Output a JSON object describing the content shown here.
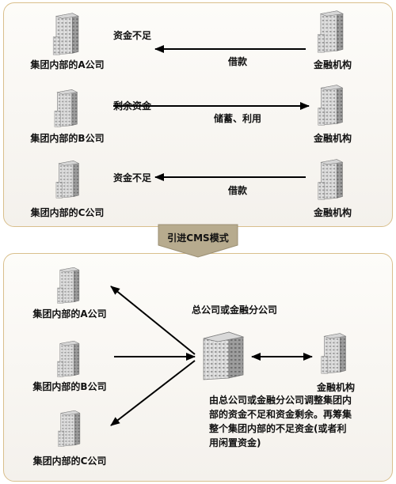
{
  "top_panel": {
    "rows": [
      {
        "company": "集团内部的A公司",
        "flow_text": "资金不足",
        "arrow_text": "借款",
        "institution": "金融机构",
        "direction": "to-company"
      },
      {
        "company": "集团内部的B公司",
        "flow_text": "剩余资金",
        "arrow_text": "储蓄、利用",
        "institution": "金融机构",
        "direction": "to-institution"
      },
      {
        "company": "集团内部的C公司",
        "flow_text": "资金不足",
        "arrow_text": "借款",
        "institution": "金融机构",
        "direction": "to-company"
      }
    ]
  },
  "transition": {
    "label": "引进CMS模式"
  },
  "bottom_panel": {
    "companies": [
      "集团内部的A公司",
      "集团内部的B公司",
      "集团内部的C公司"
    ],
    "hub_title": "总公司或金融分公司",
    "institution": "金融机构",
    "note_lines": [
      "由总公司或金融分公司调整集团内",
      "部的资金不足和资金剩余。再筹集",
      "整个集团内部的不足资金(或者利",
      "用闲置资金)"
    ]
  },
  "colors": {
    "panel_border": "#d9bf8c",
    "transition_arrow": "#b7ab8e",
    "arrow": "#000000"
  }
}
